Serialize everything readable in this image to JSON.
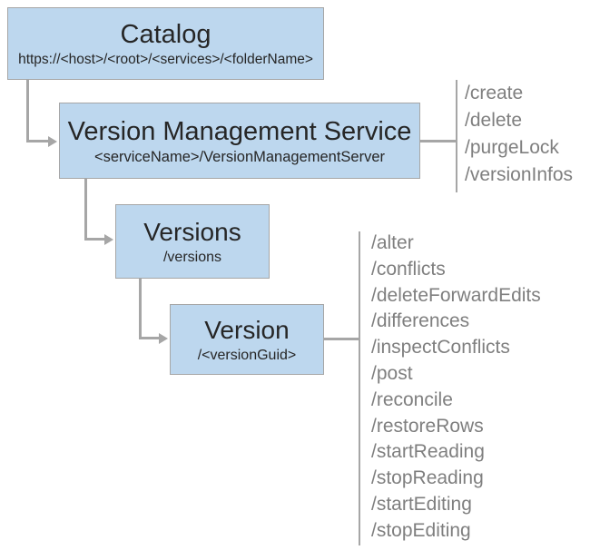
{
  "diagram": {
    "nodes": {
      "catalog": {
        "title": "Catalog",
        "subtitle": "https://<host>/<root>/<services>/<folderName>"
      },
      "vms": {
        "title": "Version Management Service",
        "subtitle": "<serviceName>/VersionManagementServer",
        "operations": [
          "/create",
          "/delete",
          "/purgeLock",
          "/versionInfos"
        ]
      },
      "versions": {
        "title": "Versions",
        "subtitle": "/versions"
      },
      "version": {
        "title": "Version",
        "subtitle": "/<versionGuid>",
        "operations": [
          "/alter",
          "/conflicts",
          "/deleteForwardEdits",
          "/differences",
          "/inspectConflicts",
          "/post",
          "/reconcile",
          "/restoreRows",
          "/startReading",
          "/stopReading",
          "/startEditing",
          "/stopEditing"
        ]
      }
    },
    "colors": {
      "box_fill": "#bdd7ee",
      "box_border": "#a6a6a6",
      "connector": "#a6a6a6",
      "title_text": "#262626",
      "operation_text": "#7f7f7f"
    }
  }
}
